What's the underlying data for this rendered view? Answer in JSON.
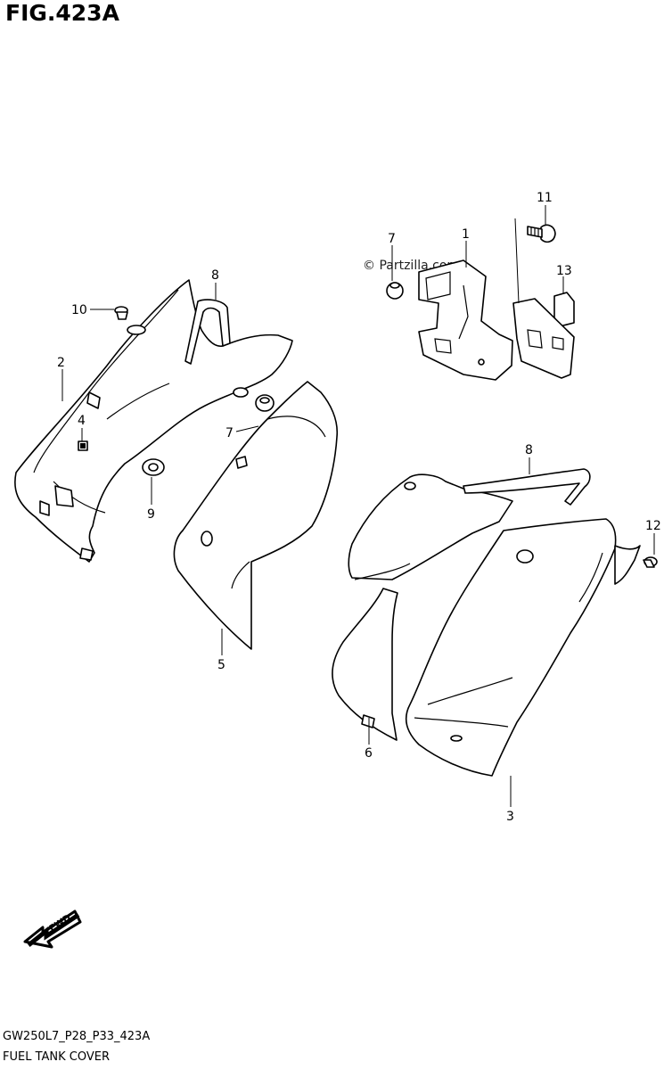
{
  "figure": {
    "title": "FIG.423A",
    "code": "GW250L7_P28_P33_423A",
    "name": "FUEL TANK COVER",
    "watermark": "© Partzilla.com",
    "fwd_label": "FWD"
  },
  "callouts": [
    {
      "id": "c1",
      "label": "1"
    },
    {
      "id": "c2",
      "label": "2"
    },
    {
      "id": "c3",
      "label": "3"
    },
    {
      "id": "c4",
      "label": "4"
    },
    {
      "id": "c5",
      "label": "5"
    },
    {
      "id": "c6",
      "label": "6"
    },
    {
      "id": "c7a",
      "label": "7"
    },
    {
      "id": "c7b",
      "label": "7"
    },
    {
      "id": "c8a",
      "label": "8"
    },
    {
      "id": "c8b",
      "label": "8"
    },
    {
      "id": "c9",
      "label": "9"
    },
    {
      "id": "c10",
      "label": "10"
    },
    {
      "id": "c11",
      "label": "11"
    },
    {
      "id": "c12",
      "label": "12"
    },
    {
      "id": "c13",
      "label": "13"
    }
  ]
}
